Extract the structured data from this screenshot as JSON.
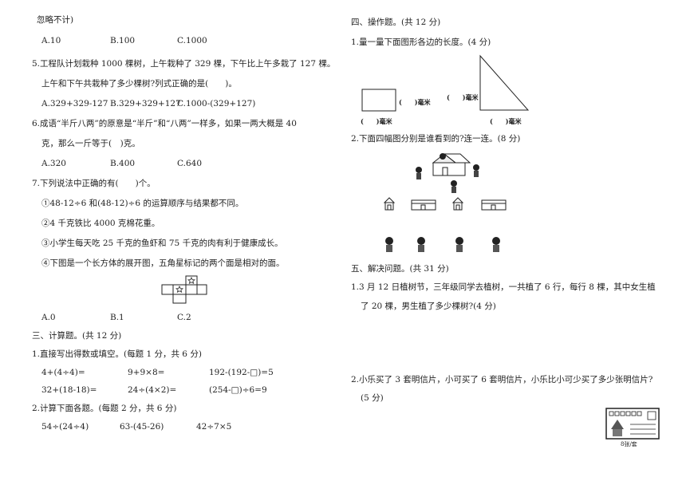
{
  "left": {
    "cont": "忽略不计)",
    "q4_opts": [
      "A.10",
      "B.100",
      "C.1000"
    ],
    "q5_line1": "5.工程队计划栽种 1000 棵树，上午栽种了 329 棵，下午比上午多栽了 127 棵。",
    "q5_line2": "上午和下午共栽种了多少棵树?列式正确的是(　　)。",
    "q5_opts": [
      "A.329+329-127",
      "B.329+329+127",
      "C.1000-(329+127)"
    ],
    "q6_line1": "6.成语“半斤八两”的原意是“半斤”和“八两”一样多，如果一两大概是 40",
    "q6_line2": "克，那么一斤等于(　)克。",
    "q6_opts": [
      "A.320",
      "B.400",
      "C.640"
    ],
    "q7_line": "7.下列说法中正确的有(　　)个。",
    "q7_s1": "①48-12÷6 和(48-12)÷6 的运算顺序与结果都不同。",
    "q7_s2": "②4 千克铁比 4000 克棉花重。",
    "q7_s3": "③小学生每天吃 25 千克的鱼虾和 75 千克的肉有利于健康成长。",
    "q7_s4": "④下图是一个长方体的展开图，五角星标记的两个面是相对的面。",
    "q7_opts": [
      "A.0",
      "B.1",
      "C.2"
    ],
    "sec3_title": "三、计算题。(共 12 分)",
    "sec3_q1": "1.直接写出得数或填空。(每题 1 分，共 6 分)",
    "calc_row1": [
      "4+(4÷4)=",
      "9+9×8=",
      "192-(192-□)=5"
    ],
    "calc_row2": [
      "32+(18-18)=",
      "24÷(4×2)=",
      "(254-□)÷6=9"
    ],
    "sec3_q2": "2.计算下面各题。(每题 2 分，共 6 分)",
    "calc_row3": [
      "54÷(24÷4)",
      "63-(45-26)",
      "42÷7×5"
    ]
  },
  "right": {
    "sec4_title": "四、操作题。(共 12 分)",
    "sec4_q1": "1.量一量下面图形各边的长度。(4 分)",
    "mm_label": "(　　)毫米",
    "sec4_q2": "2.下面四幅图分别是谁看到的?连一连。(8 分)",
    "sec5_title": "五、解决问题。(共 31 分)",
    "sec5_q1_line1": "1.3 月 12 日植树节，三年级同学去植树，一共植了 6 行，每行 8 棵，其中女生植",
    "sec5_q1_line2": "了 20 棵，男生植了多少棵树?(4 分)",
    "sec5_q2_line1": "2.小乐买了 3 套明信片，小可买了 6 套明信片，小乐比小可少买了多少张明信片?",
    "sec5_q2_line2": "(5 分)",
    "postcard_caption": "8张/套"
  }
}
